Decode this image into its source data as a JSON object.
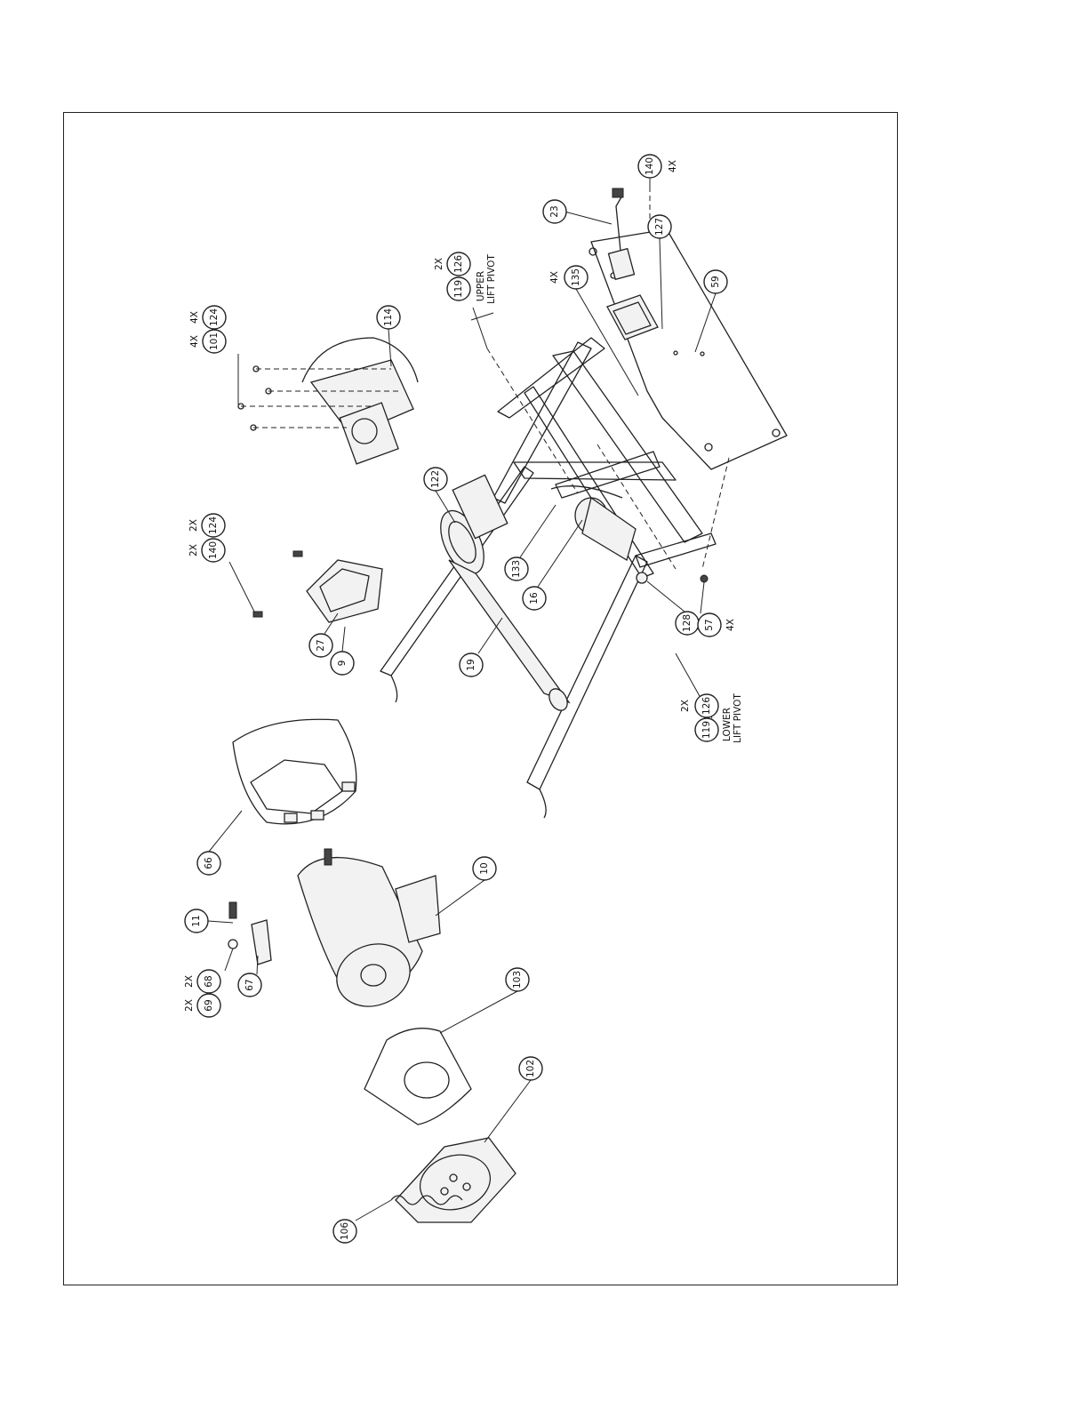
{
  "callouts": [
    {
      "id": "c140top",
      "label": "140"
    },
    {
      "id": "c23",
      "label": "23"
    },
    {
      "id": "c127",
      "label": "127"
    },
    {
      "id": "c59",
      "label": "59"
    },
    {
      "id": "c135",
      "label": "135"
    },
    {
      "id": "c126u",
      "label": "126"
    },
    {
      "id": "c119u",
      "label": "119"
    },
    {
      "id": "c124a",
      "label": "124"
    },
    {
      "id": "c101",
      "label": "101"
    },
    {
      "id": "c114",
      "label": "114"
    },
    {
      "id": "c122",
      "label": "122"
    },
    {
      "id": "c124b",
      "label": "124"
    },
    {
      "id": "c140b",
      "label": "140"
    },
    {
      "id": "c133",
      "label": "133"
    },
    {
      "id": "c16",
      "label": "16"
    },
    {
      "id": "c128",
      "label": "128"
    },
    {
      "id": "c57",
      "label": "57"
    },
    {
      "id": "c27",
      "label": "27"
    },
    {
      "id": "c9",
      "label": "9"
    },
    {
      "id": "c19",
      "label": "19"
    },
    {
      "id": "c126l",
      "label": "126"
    },
    {
      "id": "c119l",
      "label": "119"
    },
    {
      "id": "c66",
      "label": "66"
    },
    {
      "id": "c10",
      "label": "10"
    },
    {
      "id": "c11",
      "label": "11"
    },
    {
      "id": "c68",
      "label": "68"
    },
    {
      "id": "c69",
      "label": "69"
    },
    {
      "id": "c67",
      "label": "67"
    },
    {
      "id": "c103",
      "label": "103"
    },
    {
      "id": "c102",
      "label": "102"
    },
    {
      "id": "c106",
      "label": "106"
    }
  ],
  "notes": [
    {
      "id": "n140top",
      "text": "4X"
    },
    {
      "id": "n135",
      "text": "4X"
    },
    {
      "id": "n126u",
      "text": "2X"
    },
    {
      "id": "nupper1",
      "text": "UPPER"
    },
    {
      "id": "nupper2",
      "text": "LIFT PIVOT"
    },
    {
      "id": "n101",
      "text": "4X"
    },
    {
      "id": "n124a",
      "text": "4X"
    },
    {
      "id": "n140b",
      "text": "2X"
    },
    {
      "id": "n124b",
      "text": "2X"
    },
    {
      "id": "n57",
      "text": "4X"
    },
    {
      "id": "n126l",
      "text": "2X"
    },
    {
      "id": "nlower1",
      "text": "LOWER"
    },
    {
      "id": "nlower2",
      "text": "LIFT PIVOT"
    },
    {
      "id": "n69",
      "text": "2X"
    },
    {
      "id": "n68",
      "text": "2X"
    }
  ]
}
